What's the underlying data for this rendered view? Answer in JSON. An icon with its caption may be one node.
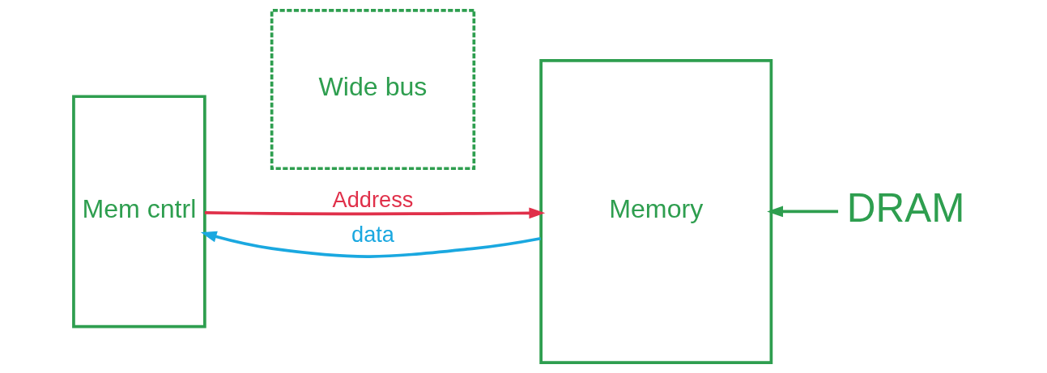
{
  "diagram": {
    "nodes": [
      {
        "text": [
          "Mem cntrl"
        ]
      },
      {
        "text": [
          "Wide bus"
        ]
      },
      {
        "text": [
          "Memory"
        ]
      },
      {
        "text": [
          "DRAM"
        ]
      }
    ],
    "edges": [
      {
        "from": 0,
        "to": 2,
        "arrow": "to",
        "label": "Address",
        "color": "#e0304a"
      },
      {
        "from": 2,
        "to": 0,
        "arrow": "to",
        "label": "data",
        "color": "#1aa8e0"
      },
      {
        "from": 3,
        "to": 2,
        "arrow": "to",
        "color": "#2e9e4f"
      }
    ]
  }
}
